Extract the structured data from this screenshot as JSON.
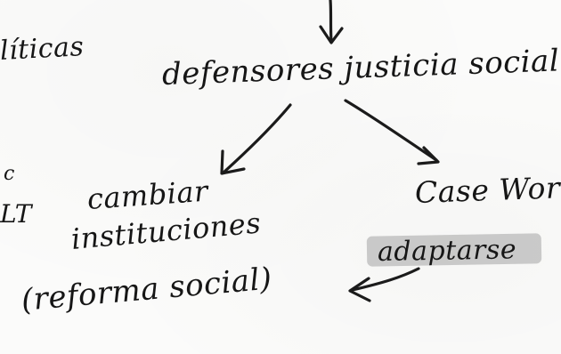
{
  "notes": {
    "politicas_fragment": "líticas",
    "c_fragment": "c",
    "lt_fragment": "LT",
    "main_heading": "defensores justicia social",
    "cambiar": "cambiar",
    "instituciones": "instituciones",
    "reforma_social": "(reforma social)",
    "casework": "Case Work",
    "adaptarse": "adaptarse"
  },
  "icons": {
    "top_arrow": "down-arrow-icon",
    "left_arrow": "diagonal-arrow-down-left-icon",
    "right_arrow": "diagonal-arrow-down-right-icon",
    "return_arrow": "arrow-left-icon"
  },
  "colors": {
    "ink": "#161616",
    "paper": "#fbfbfa",
    "highlight": "#8a8a8a"
  }
}
